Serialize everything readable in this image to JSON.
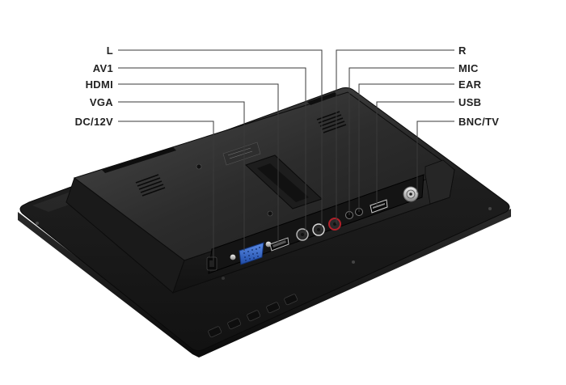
{
  "callouts": {
    "left": [
      {
        "id": "l",
        "text": "L"
      },
      {
        "id": "av1",
        "text": "AV1"
      },
      {
        "id": "hdmi",
        "text": "HDMI"
      },
      {
        "id": "vga",
        "text": "VGA"
      },
      {
        "id": "dc12v",
        "text": "DC/12V"
      }
    ],
    "right": [
      {
        "id": "r",
        "text": "R"
      },
      {
        "id": "mic",
        "text": "MIC"
      },
      {
        "id": "ear",
        "text": "EAR"
      },
      {
        "id": "usb",
        "text": "USB"
      },
      {
        "id": "bnc",
        "text": "BNC/TV"
      }
    ]
  },
  "colors": {
    "body": "#1c1c1c",
    "rear_housing": "#222222",
    "port_panel": "#161616",
    "vga_connector": "#2f63c6",
    "audio_red": "#b3202a",
    "leader_line": "#3a3a3a"
  },
  "icons": [
    "monitor-rear-view",
    "vga-port",
    "hdmi-port",
    "rca-jack",
    "usb-port",
    "bnc-connector",
    "dc-jack",
    "side-buttons"
  ]
}
